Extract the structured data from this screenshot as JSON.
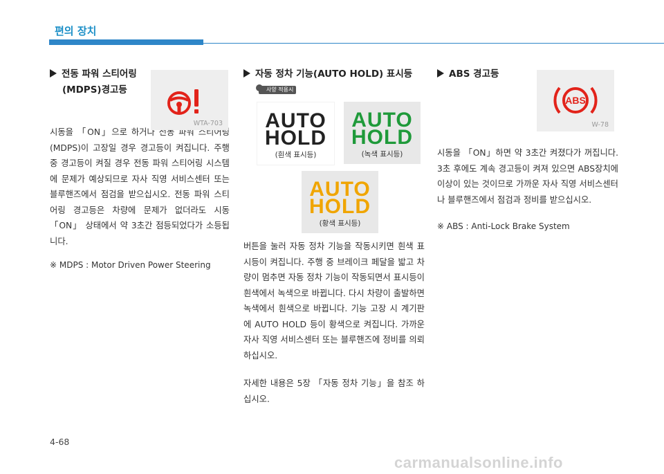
{
  "header": {
    "title": "편의 장치"
  },
  "mdps": {
    "heading_line1": "전동 파워 스티어링",
    "heading_line2": "(MDPS)경고등",
    "icon_code": "WTA-703",
    "paragraph": "시동을 「ON」으로 하거나 전동 파워 스티어링 (MDPS)이 고장일 경우 경고등이 켜집니다. 주행중 경고등이 켜질 경우 전동 파워 스티어링 시스템에 문제가 예상되므로 자사 직영 서비스센터 또는 블루핸즈에서 점검을 받으십시오. 전동 파워 스티어링 경고등은 차량에 문제가 없더라도 시동 「ON」 상태에서 약 3초간 점등되었다가 소등됩니다.",
    "note": "※ MDPS : Motor Driven Power Steering"
  },
  "autohold": {
    "heading": "자동 정차 기능(AUTO HOLD) 표시등",
    "badge": "사양 적용시",
    "indicators": [
      {
        "line1": "AUTO",
        "line2": "HOLD",
        "caption": "(흰색 표시등)",
        "color": "#ffffff"
      },
      {
        "line1": "AUTO",
        "line2": "HOLD",
        "caption": "(녹색 표시등)",
        "color": "#1f9a3a"
      },
      {
        "line1": "AUTO",
        "line2": "HOLD",
        "caption": "(황색 표시등)",
        "color": "#f0a500"
      }
    ],
    "paragraph1": "버튼을 눌러 자동 정차 기능을 작동시키면 흰색 표시등이 켜집니다. 주행 중 브레이크 페달을 밟고 차량이 멈추면 자동 정차 기능이 작동되면서 표시등이 흰색에서 녹색으로 바뀝니다. 다시 차량이 출발하면 녹색에서 흰색으로 바뀝니다. 기능 고장 시 계기판에 AUTO HOLD 등이 황색으로 켜집니다. 가까운 자사 직영 서비스센터 또는 블루핸즈에 정비를 의뢰 하십시오.",
    "paragraph2": "자세한 내용은 5장 「자동 정차 기능」을 참조 하십시오."
  },
  "abs": {
    "heading": "ABS 경고등",
    "icon_code": "W-78",
    "paragraph": "시동을 「ON」하면 약 3초간 켜졌다가 꺼집니다. 3초 후에도 계속 경고등이 켜져 있으면 ABS장치에 이상이 있는 것이므로 가까운 자사 직영 서비스센터나 블루핸즈에서 점검과 정비를 받으십시오.",
    "note": "※ ABS : Anti-Lock Brake System",
    "icon_text": "ABS"
  },
  "footer": {
    "page_number": "4-68",
    "watermark": "carmanualsonline.info"
  },
  "colors": {
    "accent": "#2e86c8",
    "warning_red": "#e2231a",
    "icon_bg": "#eeeeee"
  }
}
